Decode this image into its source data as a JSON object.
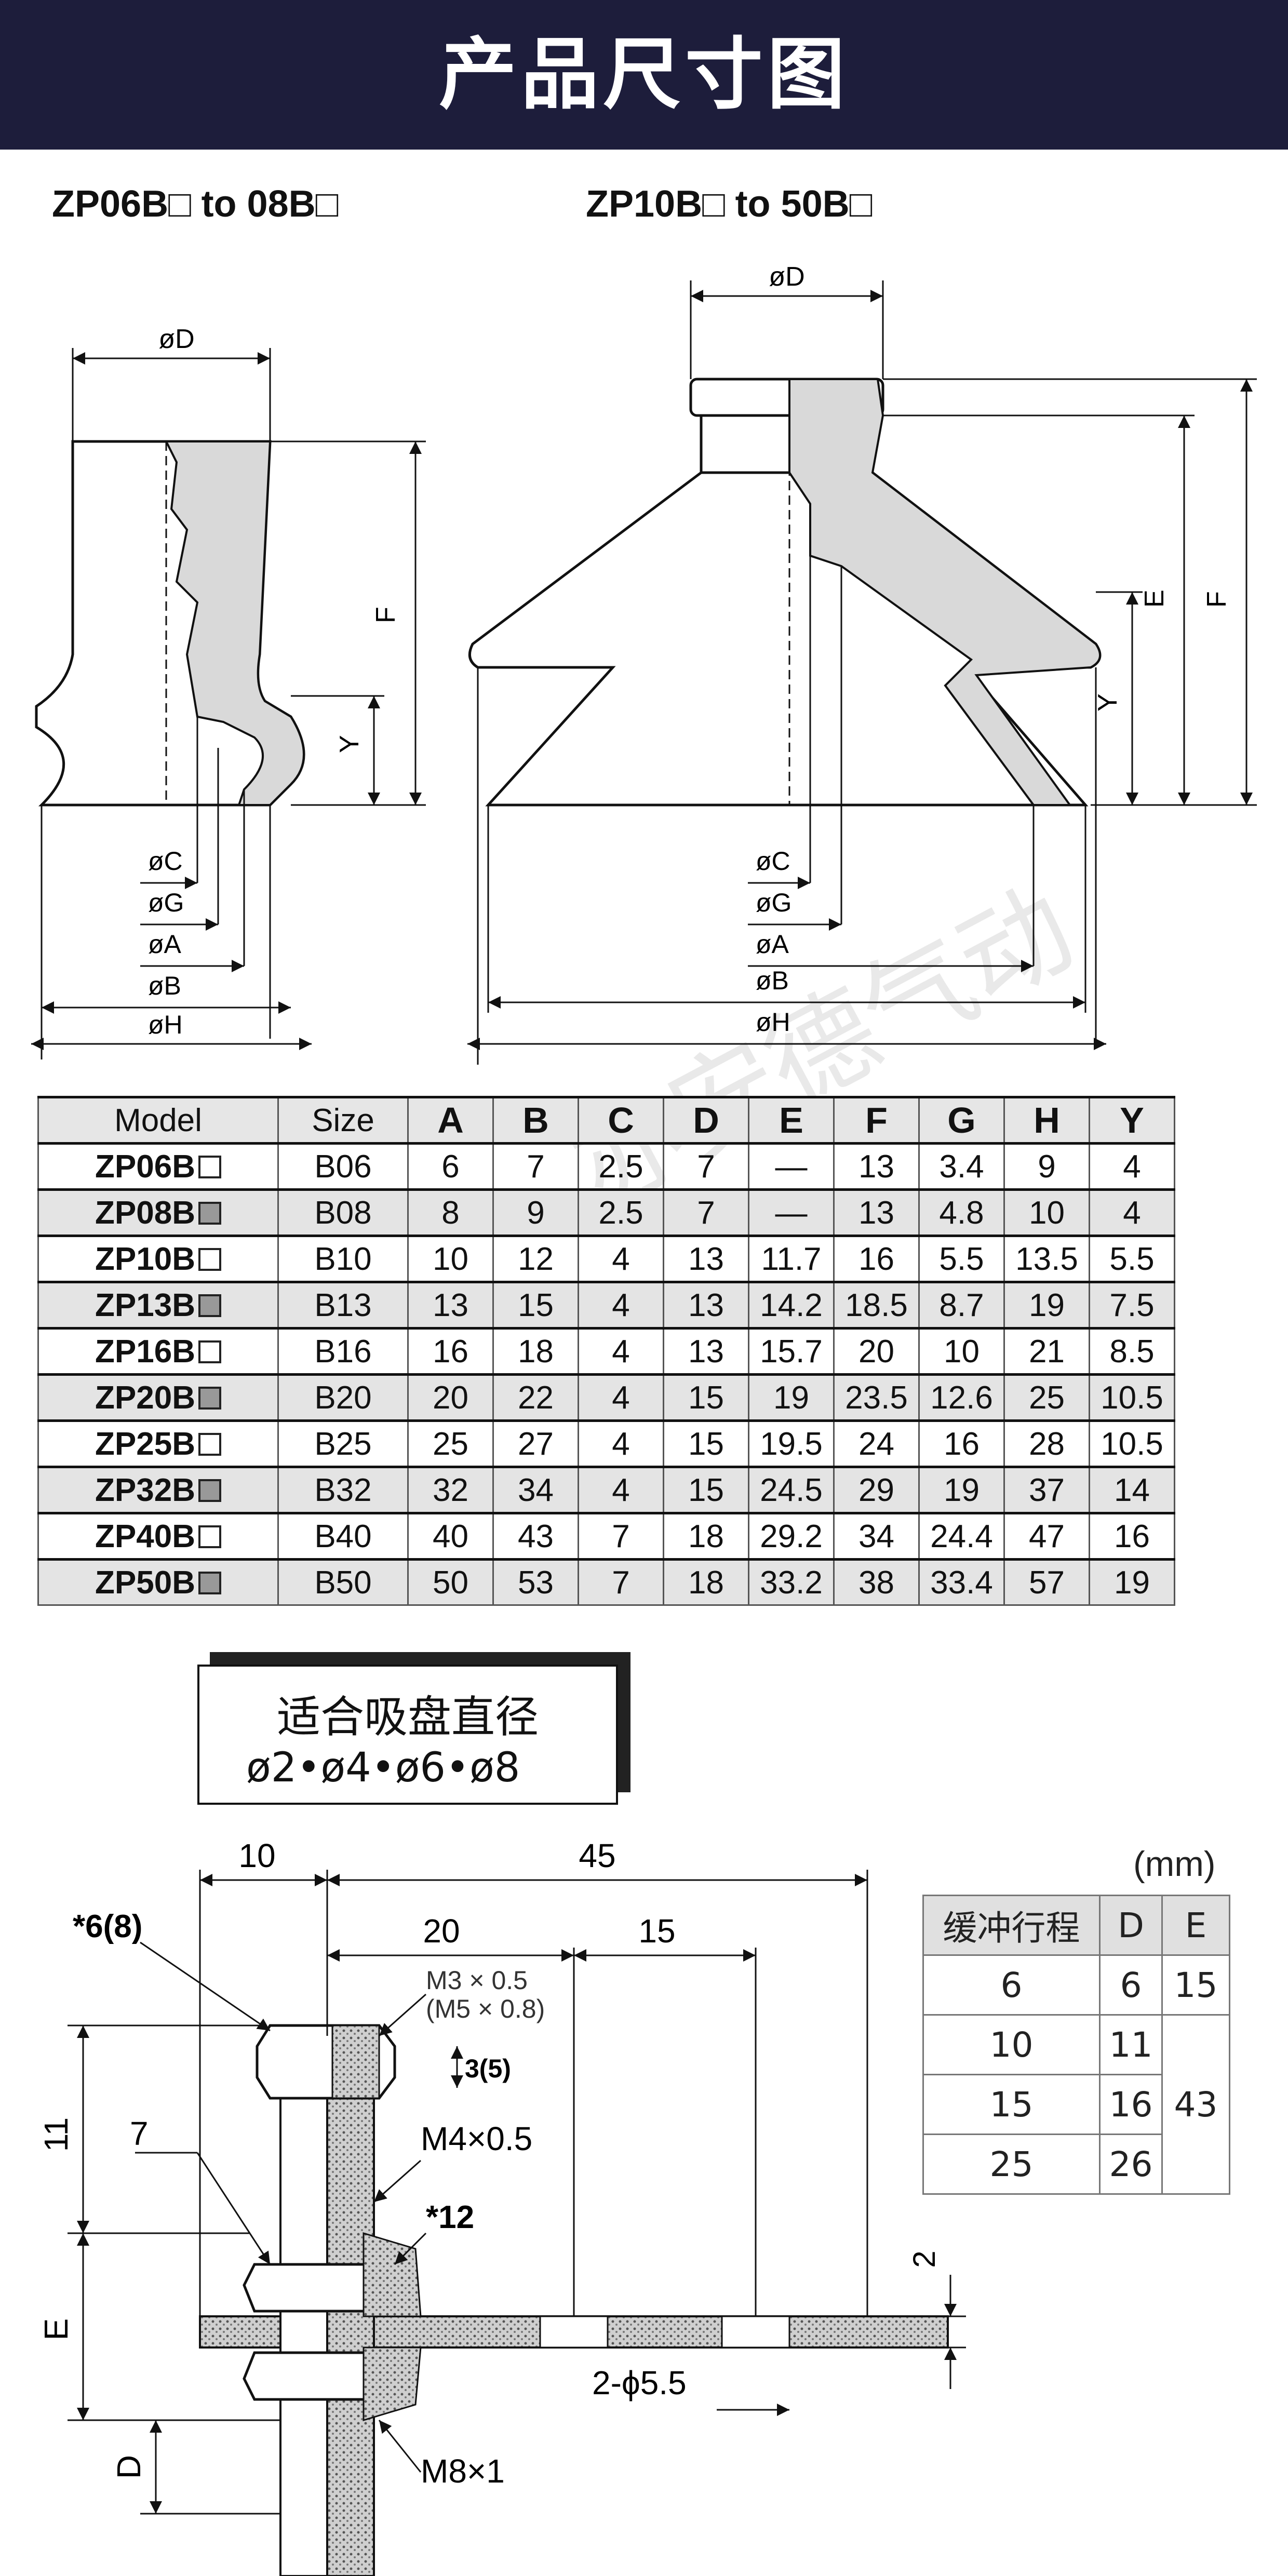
{
  "banner": {
    "title": "产品尺寸图"
  },
  "diagram_left": {
    "title": "ZP06B□ to 08B□",
    "labels": {
      "D": "øD",
      "F": "F",
      "Y": "Y",
      "C": "øC",
      "G": "øG",
      "A": "øA",
      "B": "øB",
      "H": "øH"
    }
  },
  "diagram_right": {
    "title": "ZP10B□ to 50B□",
    "labels": {
      "D": "øD",
      "E": "E",
      "F": "F",
      "Y": "Y",
      "C": "øC",
      "G": "øG",
      "A": "øA",
      "B": "øB",
      "H": "øH"
    }
  },
  "spec_table": {
    "headers": [
      "Model",
      "Size",
      "A",
      "B",
      "C",
      "D",
      "E",
      "F",
      "G",
      "H",
      "Y"
    ],
    "rows": [
      [
        "ZP06B",
        "B06",
        "6",
        "7",
        "2.5",
        "7",
        "—",
        "13",
        "3.4",
        "9",
        "4"
      ],
      [
        "ZP08B",
        "B08",
        "8",
        "9",
        "2.5",
        "7",
        "—",
        "13",
        "4.8",
        "10",
        "4"
      ],
      [
        "ZP10B",
        "B10",
        "10",
        "12",
        "4",
        "13",
        "11.7",
        "16",
        "5.5",
        "13.5",
        "5.5"
      ],
      [
        "ZP13B",
        "B13",
        "13",
        "15",
        "4",
        "13",
        "14.2",
        "18.5",
        "8.7",
        "19",
        "7.5"
      ],
      [
        "ZP16B",
        "B16",
        "16",
        "18",
        "4",
        "13",
        "15.7",
        "20",
        "10",
        "21",
        "8.5"
      ],
      [
        "ZP20B",
        "B20",
        "20",
        "22",
        "4",
        "15",
        "19",
        "23.5",
        "12.6",
        "25",
        "10.5"
      ],
      [
        "ZP25B",
        "B25",
        "25",
        "27",
        "4",
        "15",
        "19.5",
        "24",
        "16",
        "28",
        "10.5"
      ],
      [
        "ZP32B",
        "B32",
        "32",
        "34",
        "4",
        "15",
        "24.5",
        "29",
        "19",
        "37",
        "14"
      ],
      [
        "ZP40B",
        "B40",
        "40",
        "43",
        "7",
        "18",
        "29.2",
        "34",
        "24.4",
        "47",
        "16"
      ],
      [
        "ZP50B",
        "B50",
        "50",
        "53",
        "7",
        "18",
        "33.2",
        "38",
        "33.4",
        "57",
        "19"
      ]
    ]
  },
  "suitable_box": {
    "title": "适合吸盘直径",
    "values": "ø2•ø4•ø6•ø8"
  },
  "mount_drawing": {
    "dims": {
      "d10": "10",
      "d45": "45",
      "d20": "20",
      "d15": "15",
      "d11": "11",
      "d7": "7",
      "dE": "E",
      "dD": "D",
      "d2": "2"
    },
    "callouts": {
      "nut": "*6(8)",
      "thread1": "M3 × 0.5",
      "thread2": "(M5 × 0.8)",
      "depth": "3(5)",
      "thread3": "M4×0.5",
      "width": "*12",
      "holes": "2-ϕ5.5",
      "thread4": "M8×1"
    }
  },
  "cushion": {
    "unit": "(mm)",
    "headers": [
      "缓冲行程",
      "D",
      "E"
    ],
    "rows": [
      [
        "6",
        "6",
        "15"
      ],
      [
        "10",
        "11",
        "43"
      ],
      [
        "15",
        "16",
        ""
      ],
      [
        "25",
        "26",
        ""
      ]
    ]
  },
  "watermark": "亦安德气动",
  "colors": {
    "banner": "#1d1d3b",
    "table_shade": "#e4e4e4",
    "ink": "#111111"
  }
}
